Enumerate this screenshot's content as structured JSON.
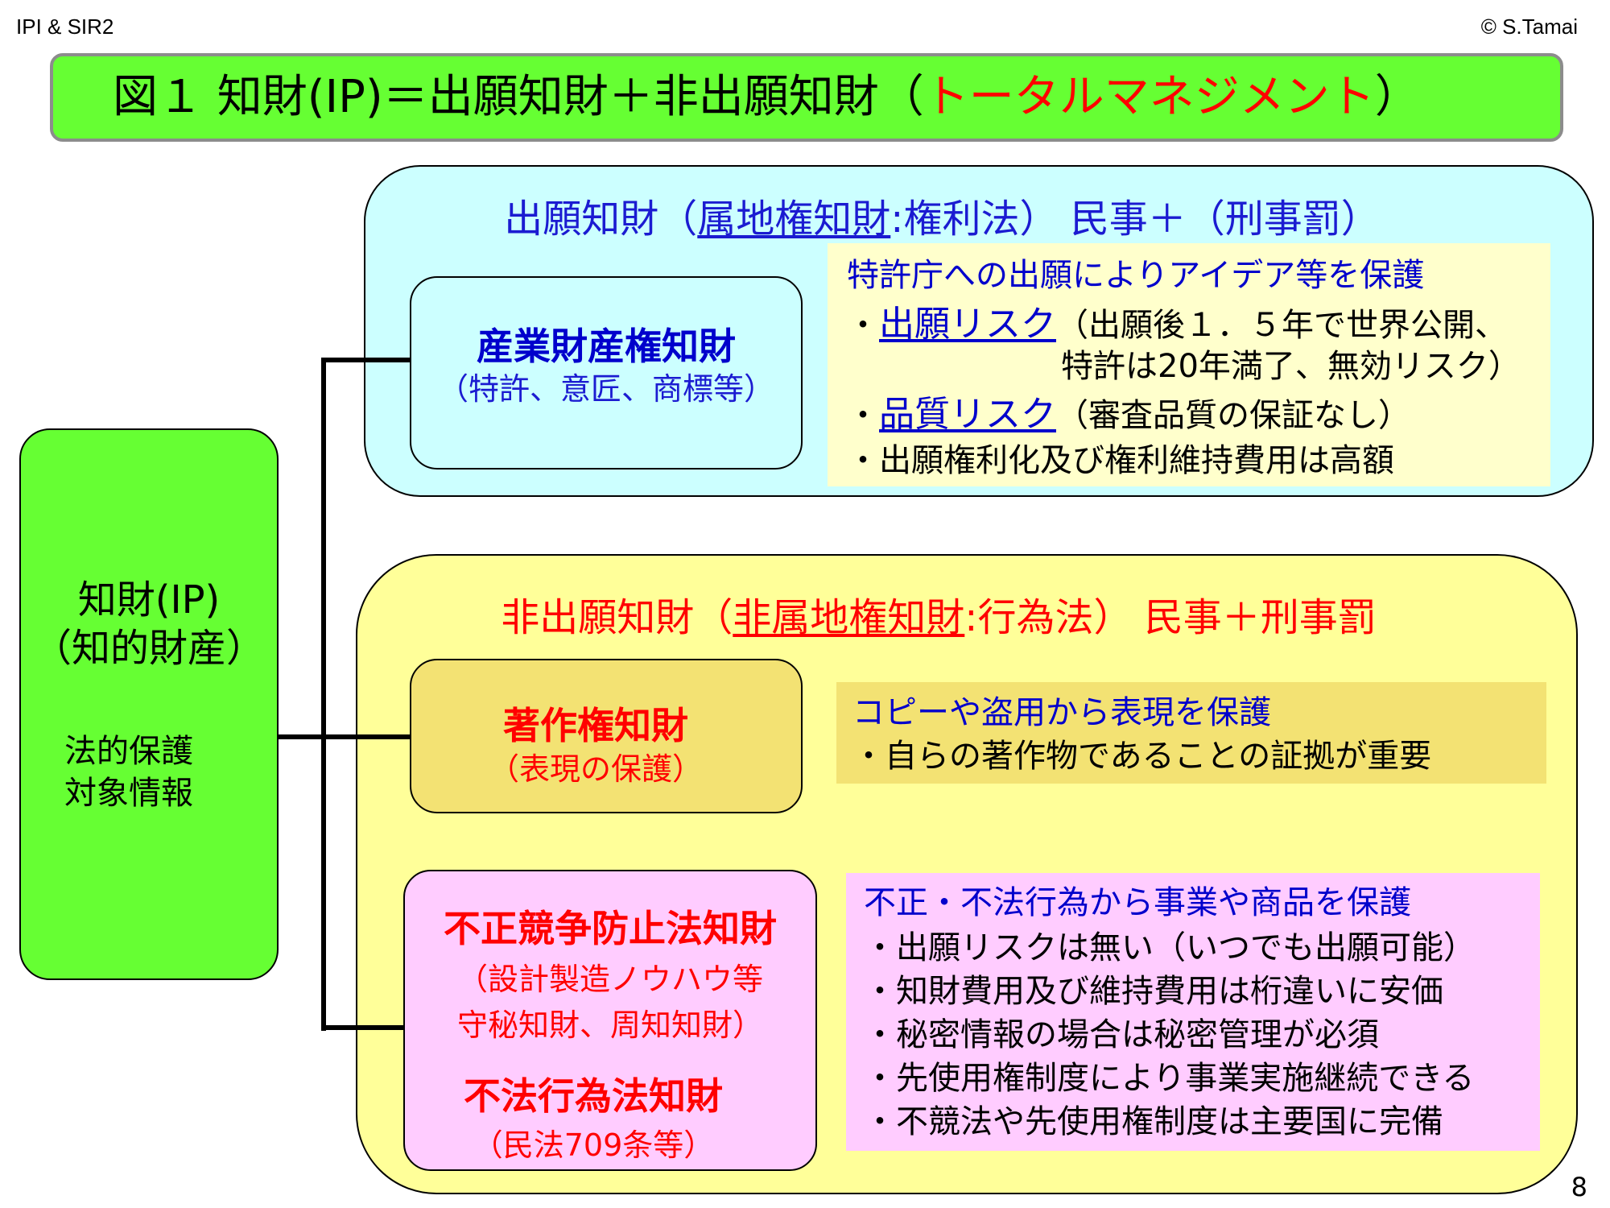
{
  "header": {
    "left": "IPI & SIR2",
    "right": "© S.Tamai",
    "page_number": "8"
  },
  "title": {
    "main": "図１ 知財(IP)＝出願知財＋非出願知財（",
    "highlight": "トータルマネジメント",
    "close": "）"
  },
  "root": {
    "line1": "知財(IP)",
    "line2": "（知的財産）",
    "line3": "法的保護",
    "line4": "対象情報"
  },
  "section_filed": {
    "heading_prefix": "出願知財（",
    "heading_underline": "属地権知財",
    "heading_suffix": ":権利法） 民事＋（刑事罰）",
    "box": {
      "title": "産業財産権知財",
      "subtitle": "（特許、意匠、商標等）"
    },
    "note": {
      "lead": "特許庁への出願によりアイデア等を保護",
      "b1_prefix": "・",
      "b1_link": "出願リスク",
      "b1_text": "（出願後１．５年で世界公開、",
      "b1_cont": "特許は20年満了、無効リスク）",
      "b2_prefix": "・",
      "b2_link": "品質リスク",
      "b2_text": "（審査品質の保証なし）",
      "b3": "・出願権利化及び権利維持費用は高額"
    }
  },
  "section_unfiled": {
    "heading_prefix": "非出願知財（",
    "heading_underline": "非属地権知財",
    "heading_suffix": ":行為法） 民事＋刑事罰",
    "copyright": {
      "title": "著作権知財",
      "subtitle": "（表現の保護）",
      "note_lead": "コピーや盗用から表現を保護",
      "note_b1": "・自らの著作物であることの証拠が重要"
    },
    "unfair": {
      "title1": "不正競争防止法知財",
      "sub1": "（設計製造ノウハウ等",
      "sub2": "守秘知財、周知知財）",
      "title2": "不法行為法知財",
      "sub3": "（民法709条等）",
      "note_lead": "不正・不法行為から事業や商品を保護",
      "note_items": [
        "・出願リスクは無い（いつでも出願可能）",
        "・知財費用及び維持費用は桁違いに安価",
        "・秘密情報の場合は秘密管理が必須",
        "・先使用権制度により事業実施継続できる",
        "・不競法や先使用権制度は主要国に完備"
      ]
    }
  },
  "colors": {
    "title_green": "#66ff33",
    "cyan_panel": "#ccffff",
    "yellow_panel": "#ffff99",
    "note_yellow": "#ffffcc",
    "note_gold": "#f3e273",
    "pink": "#ffccff",
    "link_blue": "#0000cc",
    "accent_red": "#ff0000"
  }
}
